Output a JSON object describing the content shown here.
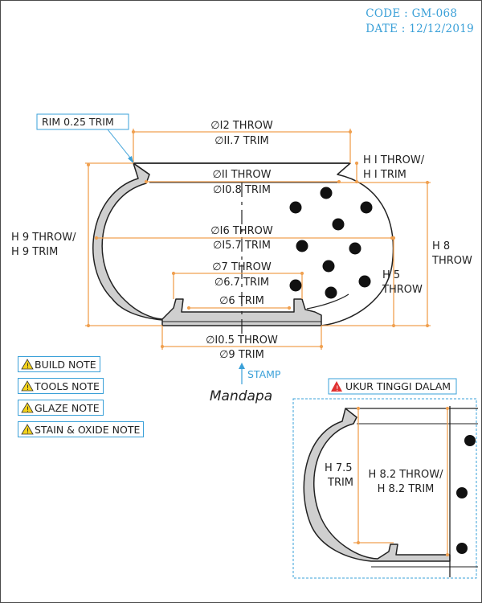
{
  "header": {
    "code": "CODE : GM-068",
    "date": "DATE : 12/12/2019"
  },
  "main_drawing": {
    "rim_label": "RIM 0.25 TRIM",
    "rim_diameter_throw": "∅I2 THROW",
    "rim_diameter_trim": "∅II.7 TRIM",
    "neck_diameter_throw": "∅II THROW",
    "neck_diameter_trim": "∅I0.8 TRIM",
    "neck_height_throw": "H I THROW/",
    "neck_height_trim": "H I TRIM",
    "body_diameter_throw": "∅I6 THROW",
    "body_diameter_trim": "∅I5.7 TRIM",
    "inner_diameter_throw": "∅7 THROW",
    "inner_diameter_trim": "∅6.7 TRIM",
    "foot_inner_diameter_trim": "∅6 TRIM",
    "base_diameter_throw": "∅I0.5 THROW",
    "base_diameter_trim": "∅9 TRIM",
    "total_height_throw": "H 9 THROW/",
    "total_height_trim": "H 9 TRIM",
    "height_8_value": "H 8",
    "height_8_unit": "THROW",
    "height_5_value": "H 5",
    "height_5_unit": "THROW",
    "stamp_label": "STAMP",
    "brand_signature": "Mandapa"
  },
  "notes": [
    {
      "label": "BUILD NOTE"
    },
    {
      "label": "TOOLS NOTE"
    },
    {
      "label": "GLAZE NOTE"
    },
    {
      "label": "STAIN & OXIDE NOTE"
    }
  ],
  "detail_view": {
    "title": "UKUR TINGGI DALAM",
    "h_trim_value": "H 7.5",
    "h_trim_unit": "TRIM",
    "h_throw_line1": "H 8.2 THROW/",
    "h_throw_line2": "H 8.2 TRIM"
  },
  "colors": {
    "dimension": "#f0a050",
    "accent": "#3aa0d8",
    "glaze_fill": "#cfcfcf",
    "outline": "#222222",
    "warning_yellow": "#f3d21c",
    "warning_red": "#e03030"
  }
}
